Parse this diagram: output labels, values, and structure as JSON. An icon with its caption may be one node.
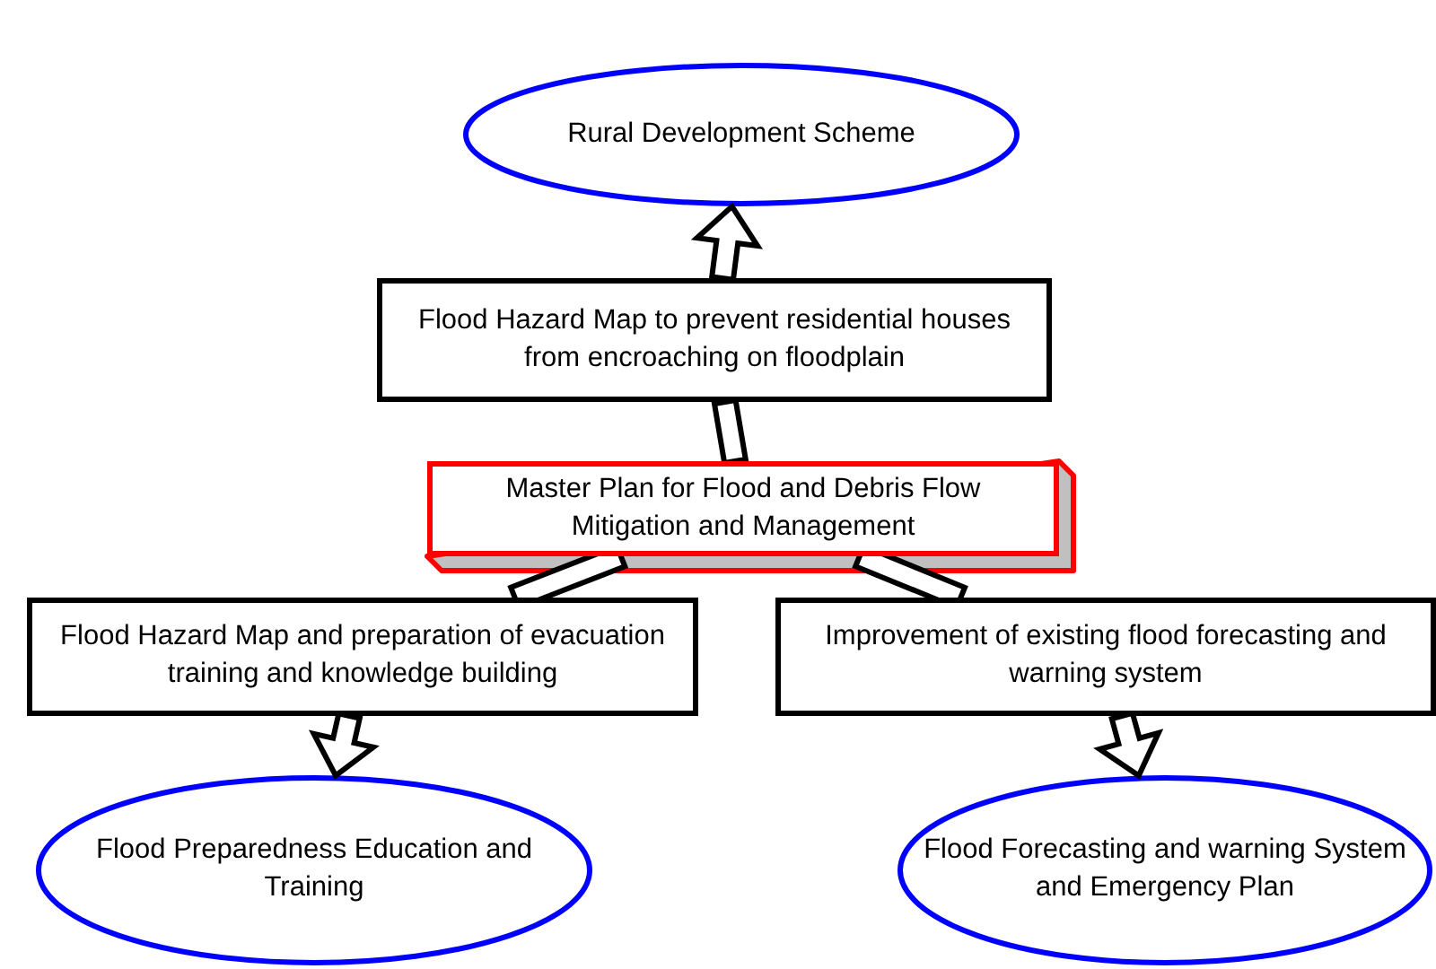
{
  "diagram": {
    "nodes": [
      {
        "text": [
          "Rural Development Scheme"
        ]
      },
      {
        "text": [
          "Flood Hazard Map to prevent residential houses from encroaching on floodplain"
        ]
      },
      {
        "text": [
          "Master Plan for Flood and Debris Flow Mitigation and Management"
        ]
      },
      {
        "text": [
          "Flood Hazard Map and preparation of evacuation training and knowledge building"
        ]
      },
      {
        "text": [
          "Improvement of existing flood forecasting and warning system"
        ]
      },
      {
        "text": [
          "Flood Preparedness Education and Training"
        ]
      },
      {
        "text": [
          "Flood Forecasting and warning System and Emergency Plan"
        ]
      }
    ],
    "edges": [
      {
        "from": 1,
        "to": 0,
        "arrow": "to"
      },
      {
        "from": 2,
        "to": 1,
        "arrow": "none"
      },
      {
        "from": 2,
        "to": 3,
        "arrow": "none"
      },
      {
        "from": 2,
        "to": 4,
        "arrow": "none"
      },
      {
        "from": 3,
        "to": 5,
        "arrow": "to"
      },
      {
        "from": 4,
        "to": 6,
        "arrow": "to"
      }
    ]
  }
}
